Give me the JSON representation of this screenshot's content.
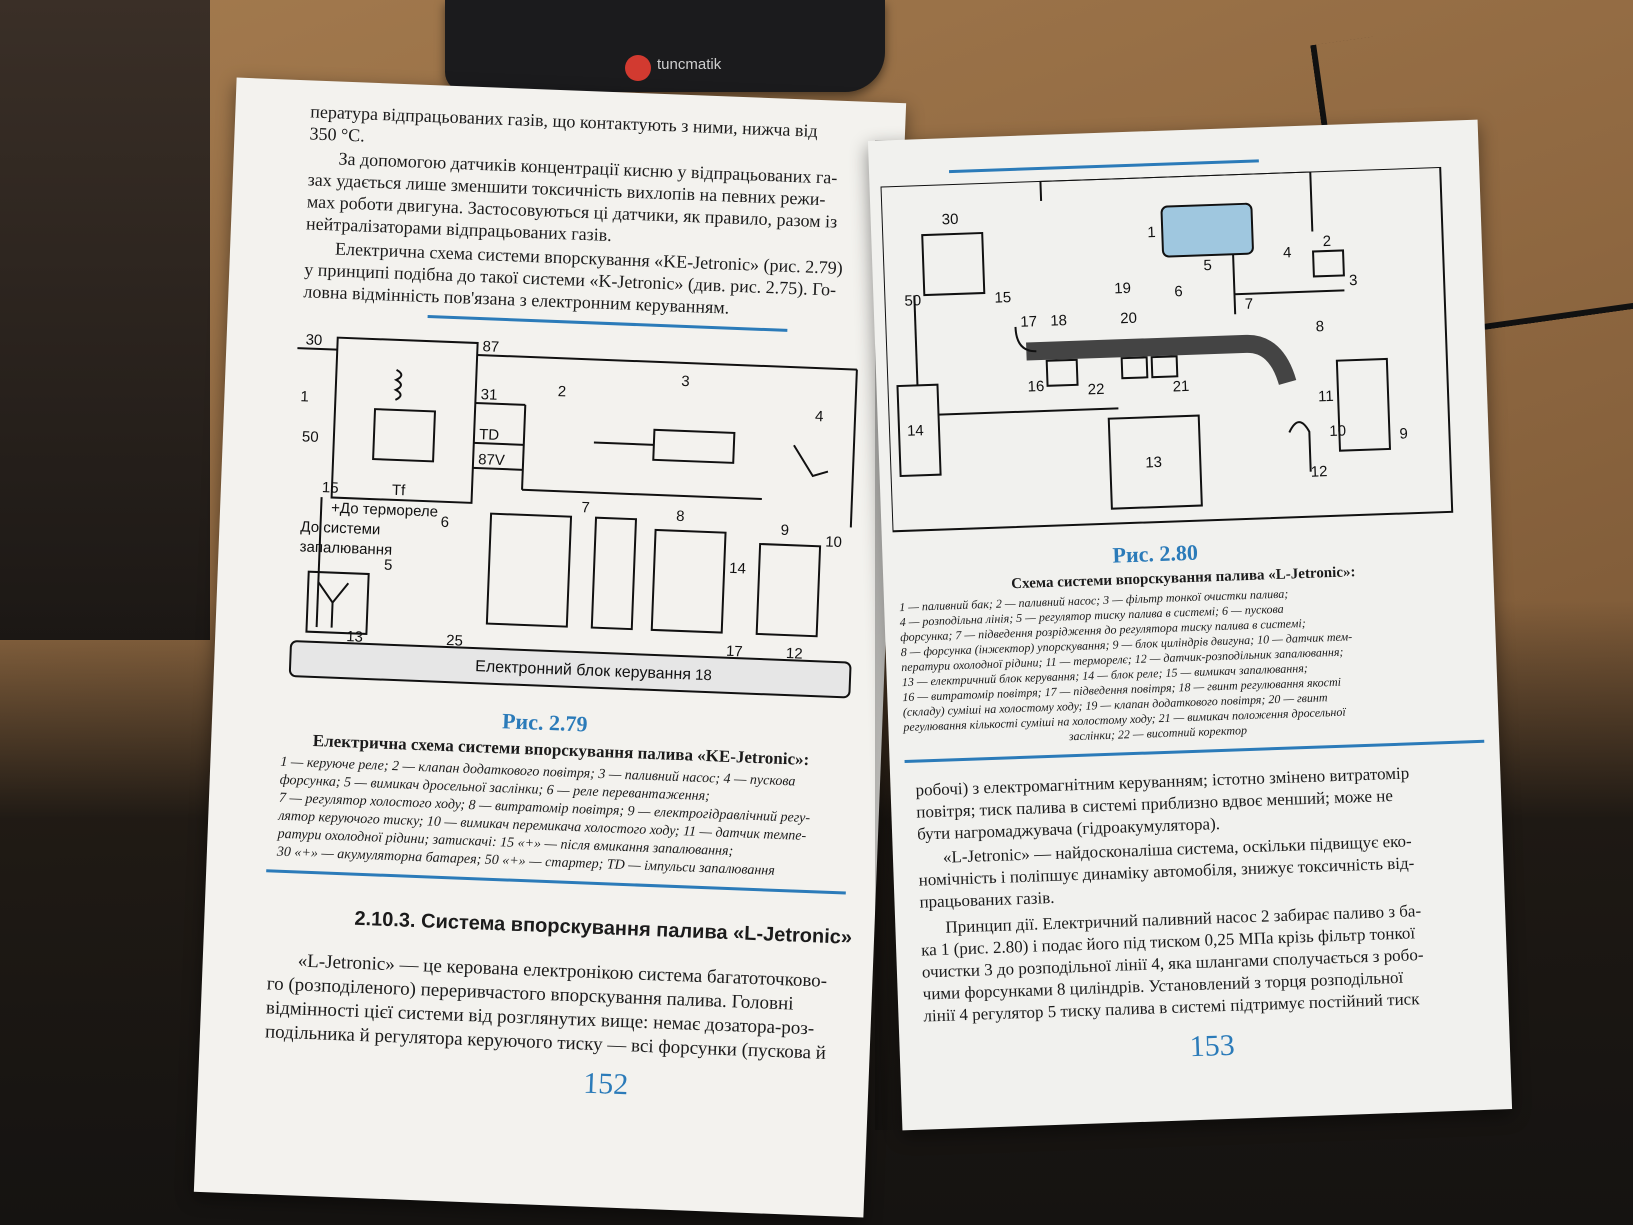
{
  "device": {
    "brand": "tuncmatik"
  },
  "left_page": {
    "intro_lines": [
      "пература відпрацьованих газів, що контактують з ними, нижча від",
      "350 °С."
    ],
    "para1": [
      "За допомогою датчиків концентрації кисню у відпрацьованих га-",
      "зах удається лише зменшити токсичність вихлопів на певних режи-",
      "мах роботи двигуна. Застосовуються ці датчики, як правило, разом із",
      "нейтралізаторами відпрацьованих газів."
    ],
    "para2": [
      "Електрична схема системи впорскування «KE-Jetronic» (рис. 2.79)",
      "у принципі подібна до такої системи «K-Jetronic» (див. рис. 2.75). Го-",
      "ловна відмінність пов'язана з електронним керуванням."
    ],
    "diagram_labels": {
      "plus30": "30",
      "plus50": "50",
      "n87": "87",
      "n31": "31",
      "TD": "TD",
      "n87V": "87V",
      "n15": "15",
      "Tf": "Tf",
      "do_termorele": "+До термореле",
      "do_systemy": "До системи",
      "zapaliuvannia": "запалювання",
      "n1": "1",
      "n2": "2",
      "n3": "3",
      "n4": "4",
      "n5": "5",
      "n6": "6",
      "n7": "7",
      "n8": "8",
      "n9": "9",
      "n10": "10",
      "n13": "13",
      "n25": "25",
      "n12": "12",
      "n17": "17",
      "n18": "18",
      "n14": "14",
      "block": "Електронний блок керування"
    },
    "figure": "Рис. 2.79",
    "caption_title": "Електрична схема системи впорскування палива «KE-Jetronic»:",
    "caption_lines": [
      "1 — керуюче реле; 2 — клапан додаткового повітря; 3 — паливний насос; 4 — пускова",
      "форсунка; 5 — вимикач дросельної заслінки; 6 — реле перевантаження;",
      "7 — регулятор холостого ходу; 8 — витратомір повітря; 9 — електрогідравлічний регу-",
      "лятор керуючого тиску; 10 — вимикач перемикача холостого ходу; 11 — датчик темпе-",
      "ратури охолодної рідини; затискачі: 15 «+» — після вмикання запалювання;",
      "30 «+» — акумуляторна батарея; 50 «+» — стартер; TD — імпульси запалювання"
    ],
    "section_heading": "2.10.3. Система впорскування палива «L-Jetronic»",
    "section_body": [
      "«L-Jetronic» — це керована електронікою система багатоточково-",
      "го (розподіленого) переривчастого впорскування палива. Головні",
      "відмінності цієї системи від розглянутих вище: немає дозатора-роз-",
      "подільника й регулятора керуючого тиску — всі форсунки (пускова й"
    ],
    "page_number": "152"
  },
  "right_page": {
    "diagram_labels": {
      "n30": "30",
      "n15": "15",
      "n50": "50",
      "n14": "14",
      "n1": "1",
      "n2": "2",
      "n3": "3",
      "n4": "4",
      "n5": "5",
      "n6": "6",
      "n7": "7",
      "n8": "8",
      "n9": "9",
      "n10": "10",
      "n11": "11",
      "n12": "12",
      "n13": "13",
      "n16": "16",
      "n17": "17",
      "n18": "18",
      "n19": "19",
      "n20": "20",
      "n21": "21",
      "n22": "22"
    },
    "figure": "Рис. 2.80",
    "caption_title": "Схема системи впорскування палива «L-Jetronic»:",
    "caption_lines": [
      "1 — паливний бак; 2 — паливний насос; 3 — фільтр тонкої очистки палива;",
      "4 — розподільна лінія; 5 — регулятор тиску палива в системі; 6 — пускова",
      "форсунка; 7 — підведення розрідження до регулятора тиску палива в системі;",
      "8 — форсунка (інжектор) упорскування; 9 — блок циліндрів двигуна; 10 — датчик тем-",
      "ператури охолодної рідини; 11 — терморелє; 12 — датчик-розподільник запалювання;",
      "13 — електричний блок керування; 14 — блок реле; 15 — вимикач запалювання;",
      "16 — витратомір повітря; 17 — підведення повітря; 18 — гвинт регулювання якості",
      "(складу) суміші на холостому ходу; 19 — клапан додаткового повітря; 20 — гвинт",
      "регулювання кількості суміші на холостому ходу; 21 — вимикач положення дросельної",
      "заслінки; 22 — висотний коректор"
    ],
    "body_lines": [
      "робочі) з електромагнітним керуванням; істотно змінено витратомір",
      "повітря; тиск палива в системі приблизно вдвоє менший; може не",
      "бути нагромаджувача (гідроакумулятора)."
    ],
    "para2": [
      "«L-Jetronic» — найдосконаліша система, оскільки підвищує еко-",
      "номічність і поліпшує динаміку автомобіля, знижує токсичність від-",
      "працьованих газів."
    ],
    "para3": [
      "Принцип дії. Електричний паливний насос 2 забирає паливо з ба-",
      "ка 1 (рис. 2.80) і подає його під тиском 0,25 МПа крізь фільтр тонкої",
      "очистки 3 до розподільної лінії 4, яка шлангами сполучається з робо-",
      "чими форсунками 8 циліндрів. Установлений з торця розподільної",
      "лінії 4 регулятор 5 тиску палива в системі підтримує постійний тиск"
    ],
    "page_number": "153"
  }
}
